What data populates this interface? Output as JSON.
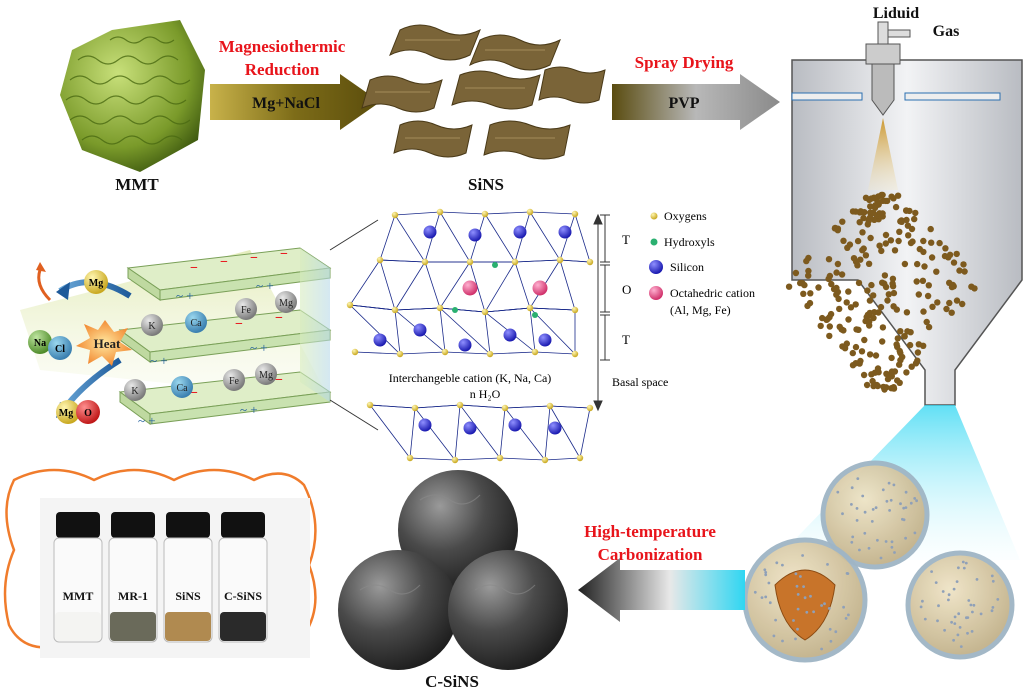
{
  "colors": {
    "red_text": "#e8141b",
    "olive_arrow": "#8a7a1a",
    "gray_arrow": "#9a9a9a",
    "cyan_arrow": "#33d4f0",
    "layer_green": "#cfe8b0",
    "nanosheet_brown": "#7a6438",
    "particle_brown": "#7d5a1e",
    "carbon_gray": "#4a4a4a",
    "orange_frame": "#f07c2c"
  },
  "step1": {
    "title_line1": "Magnesiothermic",
    "title_line2": "Reduction",
    "arrow_label": "Mg+NaCl"
  },
  "step2": {
    "title": "Spray Drying",
    "arrow_label": "PVP"
  },
  "step3": {
    "title_line1": "High-temperature",
    "title_line2": "Carbonization"
  },
  "labels": {
    "mmt": "MMT",
    "sins": "SiNS",
    "csins": "C-SiNS",
    "liquid": "Liduid",
    "gas": "Gas"
  },
  "reaction": {
    "heat": "Heat",
    "ions": [
      "Mg",
      "Na",
      "Cl",
      "K",
      "Ca",
      "Fe",
      "Mg",
      "K",
      "Ca",
      "Fe",
      "Mg",
      "Mg",
      "O"
    ]
  },
  "structure": {
    "legend": [
      {
        "name": "Oxygens",
        "icon": "yellow-dot"
      },
      {
        "name": "Hydroxyls",
        "icon": "green-dot"
      },
      {
        "name": "Silicon",
        "icon": "blue-dot"
      },
      {
        "name": "Octahedric cation",
        "icon": "pink-dot"
      },
      {
        "name": "(Al, Mg, Fe)",
        "icon": ""
      }
    ],
    "layers": [
      "T",
      "O",
      "T"
    ],
    "interlayer": "Interchangeble cation (K, Na, Ca)",
    "water": "n H₂O",
    "basal": "Basal space"
  },
  "vials": [
    "MMT",
    "MR-1",
    "SiNS",
    "C-SiNS"
  ]
}
